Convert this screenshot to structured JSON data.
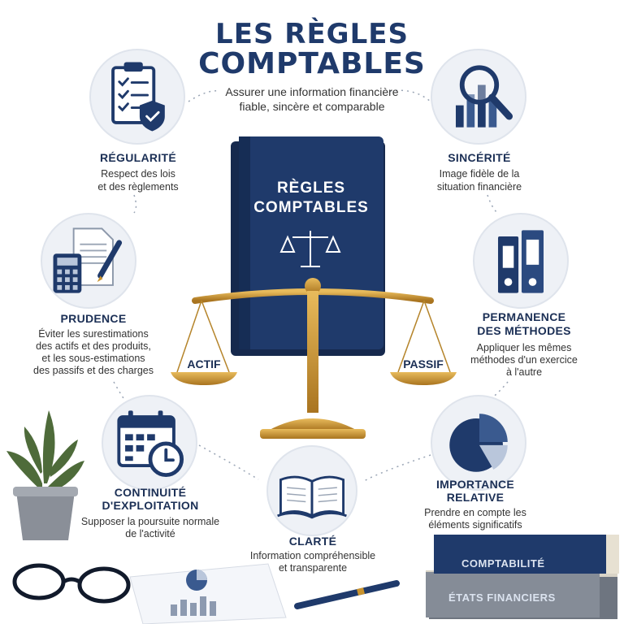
{
  "title_line1": "LES RÈGLES",
  "title_line2": "COMPTABLES",
  "subtitle_line1": "Assurer une information financière",
  "subtitle_line2": "fiable, sincère et comparable",
  "book": {
    "line1": "RÈGLES",
    "line2": "COMPTABLES"
  },
  "scale": {
    "left": "ACTIF",
    "right": "PASSIF"
  },
  "principles": {
    "regularite": {
      "title": "RÉGULARITÉ",
      "desc1": "Respect des lois",
      "desc2": "et des règlements",
      "icon": "clipboard-check-icon"
    },
    "sincerite": {
      "title": "SINCÉRITÉ",
      "desc1": "Image fidèle de la",
      "desc2": "situation financière",
      "icon": "magnifier-chart-icon"
    },
    "prudence": {
      "title": "PRUDENCE",
      "desc1": "Éviter les surestimations",
      "desc2": "des actifs et des produits,",
      "desc3": "et les sous-estimations",
      "desc4": "des passifs et des charges",
      "icon": "calculator-document-icon"
    },
    "permanence": {
      "title1": "PERMANENCE",
      "title2": "DES MÉTHODES",
      "desc1": "Appliquer les mêmes",
      "desc2": "méthodes d'un exercice",
      "desc3": "à l'autre",
      "icon": "binders-icon"
    },
    "continuite": {
      "title1": "CONTINUITÉ",
      "title2": "D'EXPLOITATION",
      "desc1": "Supposer la poursuite normale",
      "desc2": "de l'activité",
      "icon": "calendar-clock-icon"
    },
    "importance": {
      "title1": "IMPORTANCE",
      "title2": "RELATIVE",
      "desc1": "Prendre en compte les",
      "desc2": "éléments significatifs",
      "icon": "pie-chart-icon"
    },
    "clarte": {
      "title": "CLARTÉ",
      "desc1": "Information compréhensible",
      "desc2": "et transparente",
      "icon": "open-book-icon"
    }
  },
  "stack": {
    "top": "COMPTABILITÉ",
    "bottom": "ÉTATS FINANCIERS"
  },
  "colors": {
    "navy": "#1f3a6b",
    "gold": "#c9932e",
    "circle_bg": "#eef1f6"
  }
}
